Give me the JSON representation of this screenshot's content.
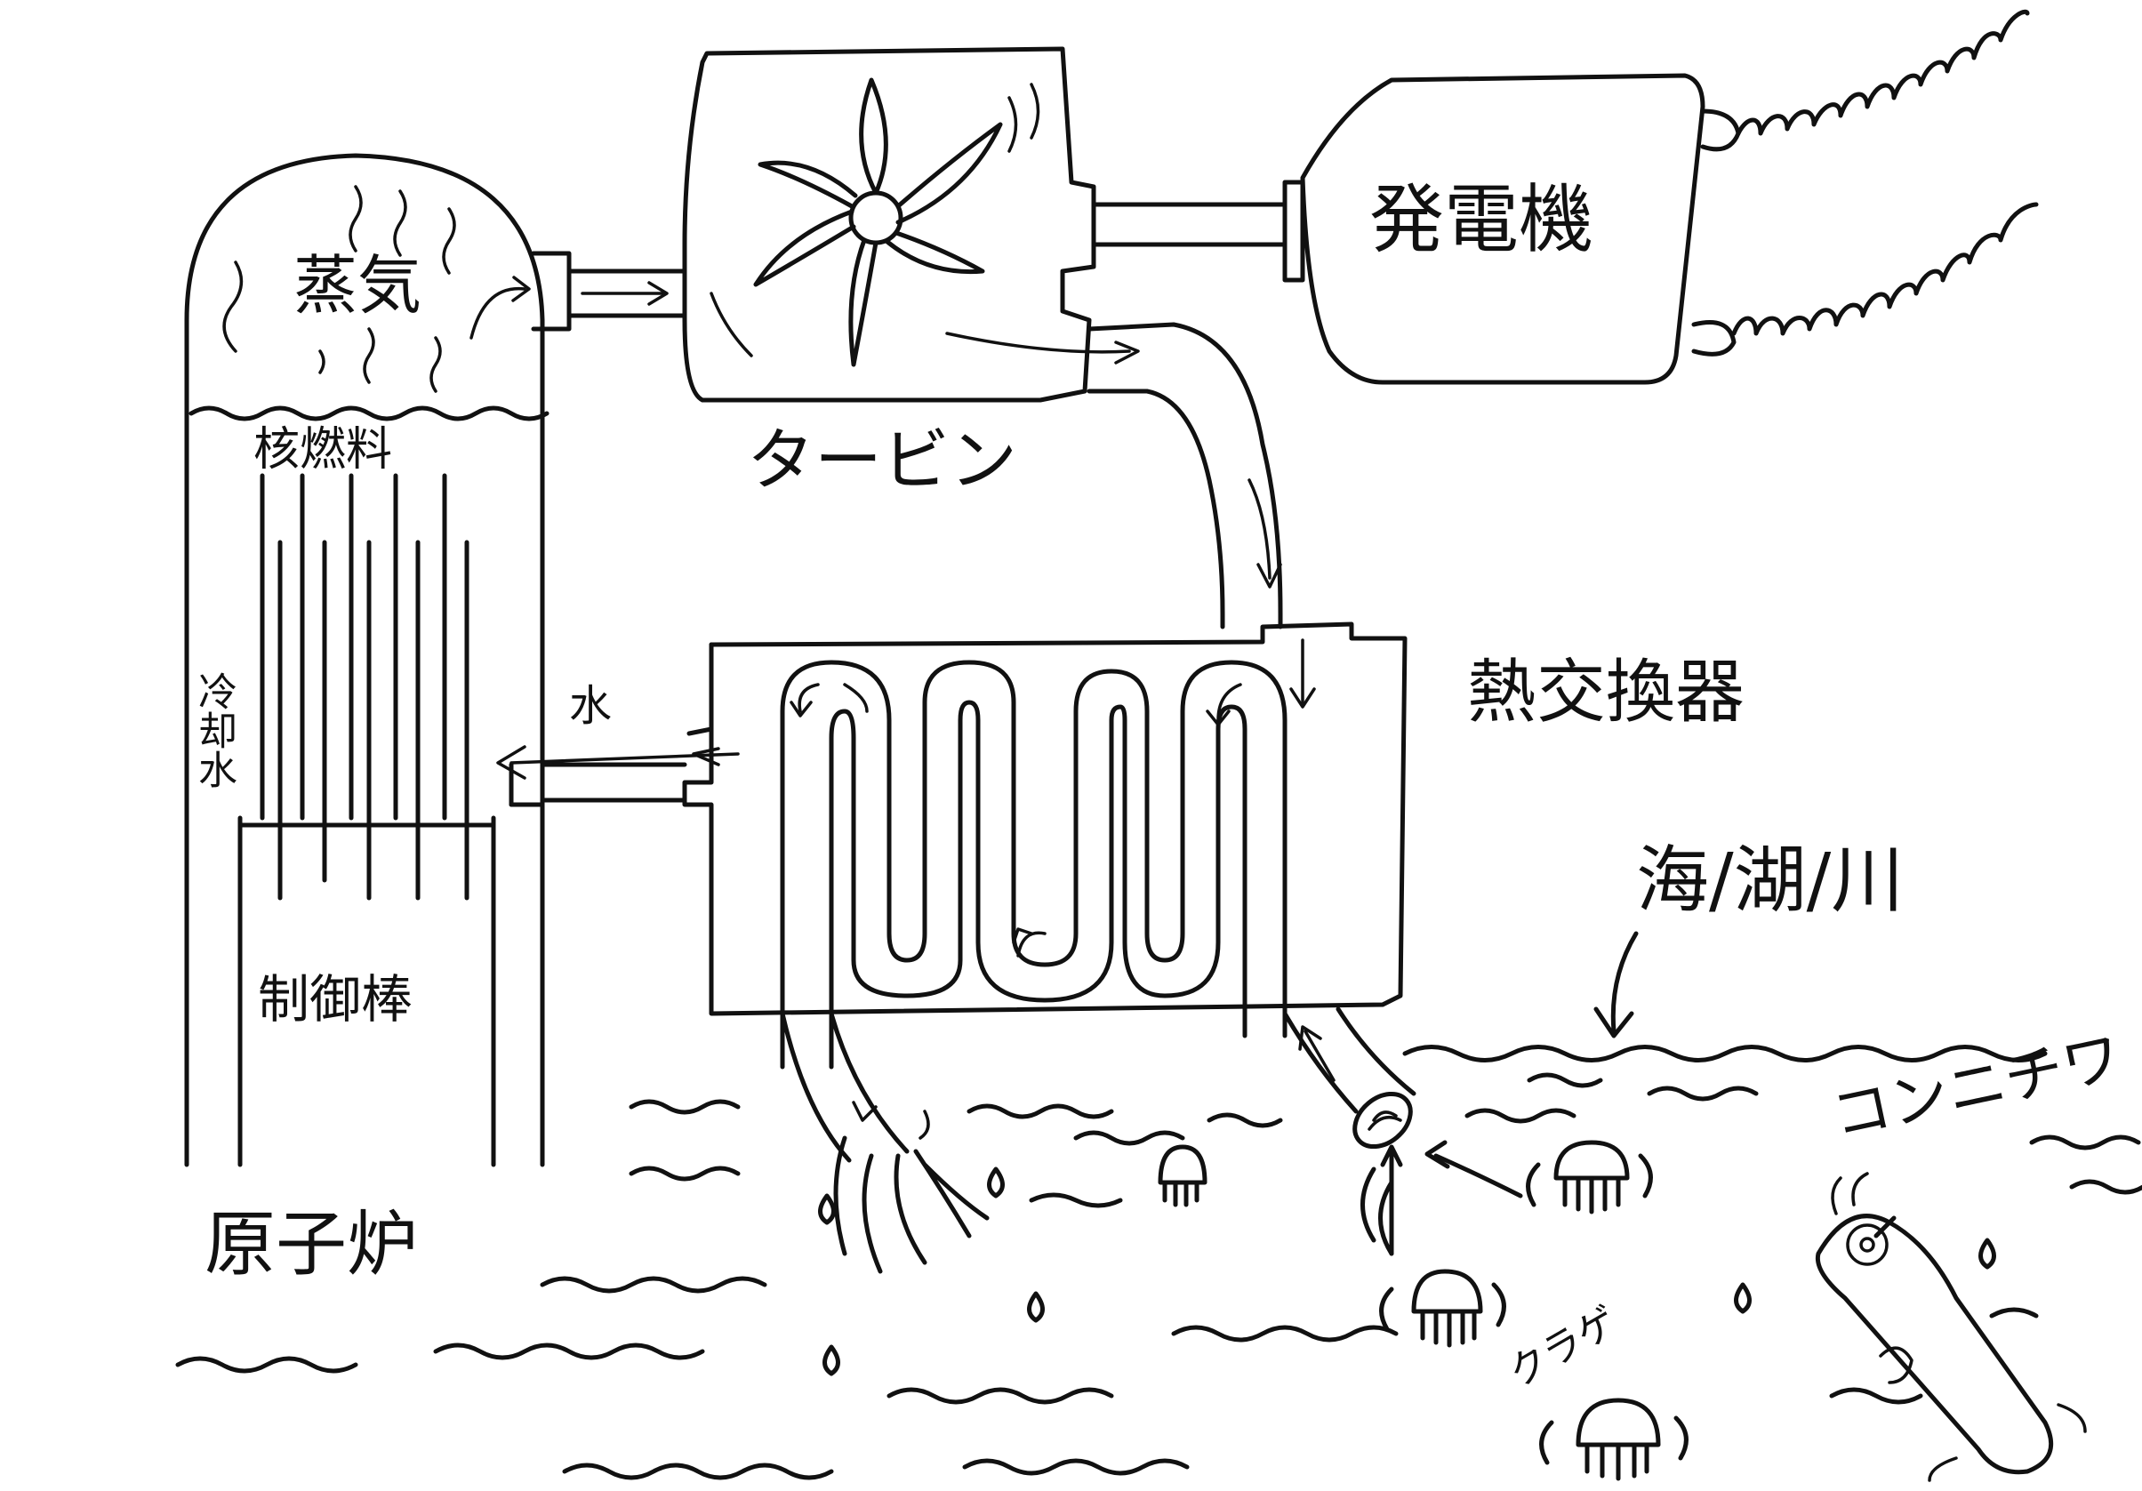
{
  "labels": {
    "steam": "蒸気",
    "nuclear_fuel": "核燃料",
    "turbine": "タービン",
    "generator": "発電機",
    "coolant_water": "冷却水",
    "water": "水",
    "control_rods": "制御棒",
    "reactor": "原子炉",
    "heat_exchanger": "熱交換器",
    "sea_lake_river": "海/湖/川",
    "hello": "コンニチワ",
    "jellyfish": "クラゲ"
  },
  "colors": {
    "ink": "#111111",
    "paper": "#ffffff"
  }
}
